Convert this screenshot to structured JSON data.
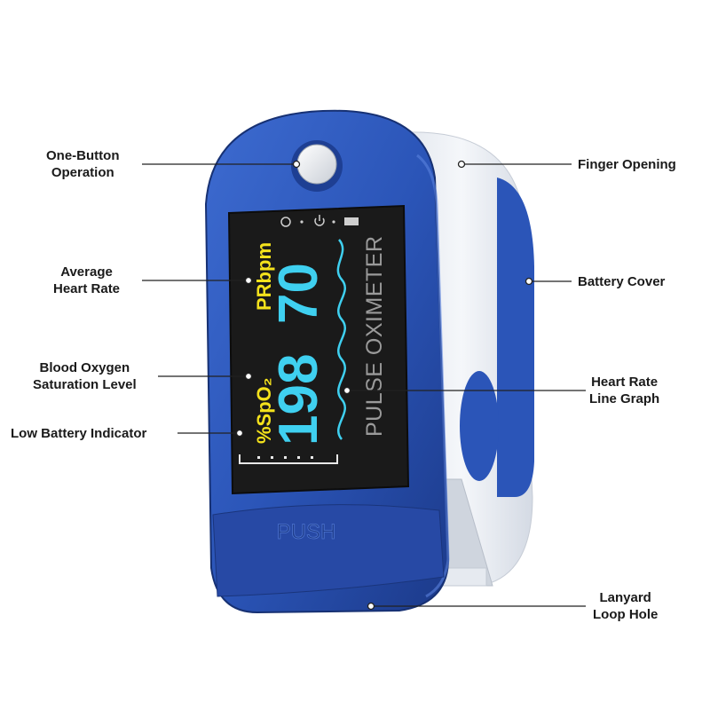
{
  "labels": {
    "one_button": [
      "One-Button",
      "Operation"
    ],
    "avg_heart_rate": [
      "Average",
      "Heart Rate"
    ],
    "blood_oxygen": [
      "Blood Oxygen",
      "Saturation Level"
    ],
    "low_battery": [
      "Low Battery Indicator"
    ],
    "finger_opening": [
      "Finger Opening"
    ],
    "battery_cover": [
      "Battery Cover"
    ],
    "heart_rate_graph": [
      "Heart Rate",
      "Line Graph"
    ],
    "lanyard": [
      "Lanyard",
      "Loop Hole"
    ]
  },
  "device": {
    "spo2_label": "%SpO₂",
    "pr_label": "PRbpm",
    "spo2_value": "98",
    "spo2_prefix": "1",
    "pr_value": "70",
    "brand_text": "PULSE OXIMETER",
    "push_text": "PUSH"
  },
  "colors": {
    "device_blue": "#2b55b8",
    "device_blue_dark": "#1c3a8a",
    "device_white": "#eef1f6",
    "screen_bg": "#1a1a1a",
    "value_cyan": "#3fd0f0",
    "label_yellow": "#f4e21c"
  }
}
